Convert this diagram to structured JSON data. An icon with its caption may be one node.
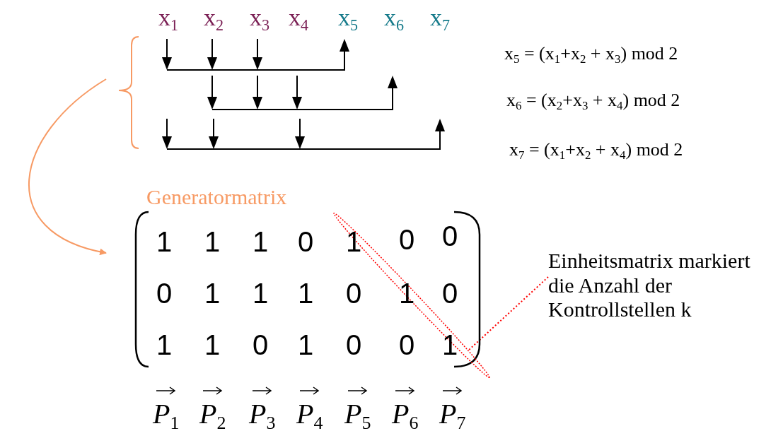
{
  "diagram": {
    "nodes": [
      {
        "text": [
          "Generatormatrix"
        ]
      },
      {
        "text": [],
        "shape": "ellipse"
      },
      {
        "text": [
          "Einheitsmatrix markiert die Anzahl der Kontrollstellen k"
        ]
      }
    ],
    "edges": [
      {
        "from": null,
        "to": 0,
        "arrow": "to",
        "color": "#f79a64"
      },
      {
        "from": 2,
        "to": 1,
        "arrow": "none",
        "style": "dashed",
        "color": "#ff0000"
      }
    ],
    "labels": [
      "x$_{1}$",
      "x$_{2}$",
      "x$_{3}$",
      "x$_{4}$",
      "x$_{5}$",
      "x$_{6}$",
      "x$_{7}$",
      "x$_{5}$ = (x$_{1}$+x$_{2}$ + x$_{3}$) mod 2",
      "x$_{6}$ = (x$_{2}$+x$_{3}$ + x$_{4}$) mod 2",
      "x$_{7}$ = (x$_{1}$+x$_{2}$ + x$_{4}$) mod 2",
      "1",
      "1",
      "1",
      "0",
      "1",
      "0",
      "0",
      "0",
      "1",
      "1",
      "1",
      "0",
      "1",
      "0",
      "1",
      "1",
      "0",
      "1",
      "0",
      "0",
      "1",
      "P$_{1}$",
      "P$_{2}$",
      "P$_{3}$",
      "P$_{4}$",
      "P$_{5}$",
      "P$_{6}$",
      "P$_{7}$"
    ]
  }
}
